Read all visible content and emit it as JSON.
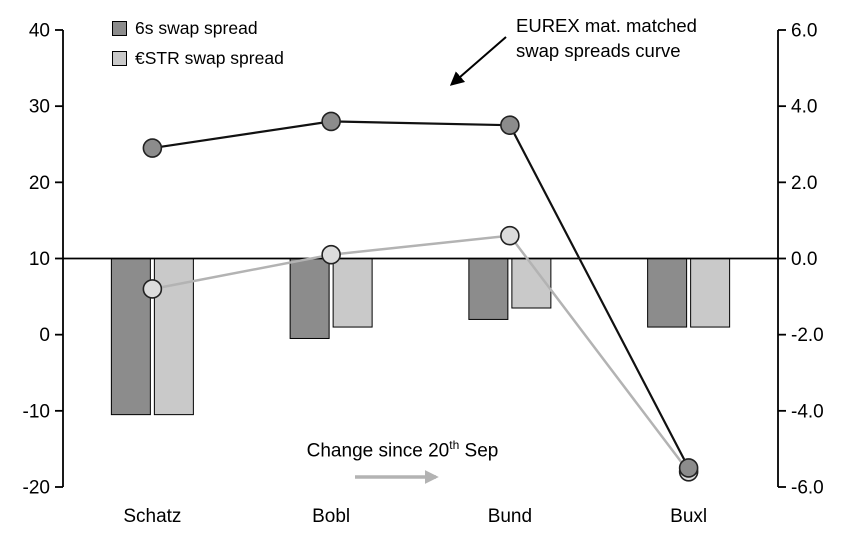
{
  "chart_data": {
    "type": "combo",
    "categories": [
      "Schatz",
      "Bobl",
      "Bund",
      "Buxl"
    ],
    "left_axis": {
      "min": -20,
      "max": 40,
      "ticks": [
        40,
        30,
        20,
        10,
        0,
        -10,
        -20
      ]
    },
    "right_axis": {
      "min": -6.0,
      "max": 6.0,
      "ticks": [
        "6.0",
        "4.0",
        "2.0",
        "0.0",
        "-2.0",
        "-4.0",
        "-6.0"
      ]
    },
    "bar_series": [
      {
        "name": "6s swap spread",
        "axis": "right",
        "color": "#8c8c8c",
        "values": [
          -4.1,
          -2.1,
          -1.6,
          -1.8
        ]
      },
      {
        "name": "€STR swap spread",
        "axis": "right",
        "color": "#c9c9c9",
        "values": [
          -4.1,
          -1.8,
          -1.3,
          -1.8
        ]
      }
    ],
    "line_series": [
      {
        "name": "€STR swap spread",
        "axis": "left",
        "color": "#b3b3b3",
        "marker_fill": "#dcdcdc",
        "width": 2.5,
        "values": [
          6,
          10.5,
          13,
          -18
        ]
      },
      {
        "name": "6s swap spread",
        "axis": "left",
        "color": "#111111",
        "marker_fill": "#8c8c8c",
        "width": 2.2,
        "values": [
          24.5,
          28,
          27.5,
          -17.5
        ]
      }
    ],
    "grid": "off",
    "legend_position": "top-left"
  },
  "legend": {
    "items": [
      {
        "label": "6s swap spread",
        "color": "#8c8c8c"
      },
      {
        "label": "€STR swap spread",
        "color": "#c9c9c9"
      }
    ]
  },
  "annotations": {
    "curve_note_line1": "EUREX mat. matched",
    "curve_note_line2": "swap spreads curve",
    "change_note_prefix": "Change since 20",
    "change_note_sup": "th",
    "change_note_suffix": " Sep"
  },
  "colors": {
    "axis": "#000000",
    "gray_arrow": "#b3b3b3"
  }
}
